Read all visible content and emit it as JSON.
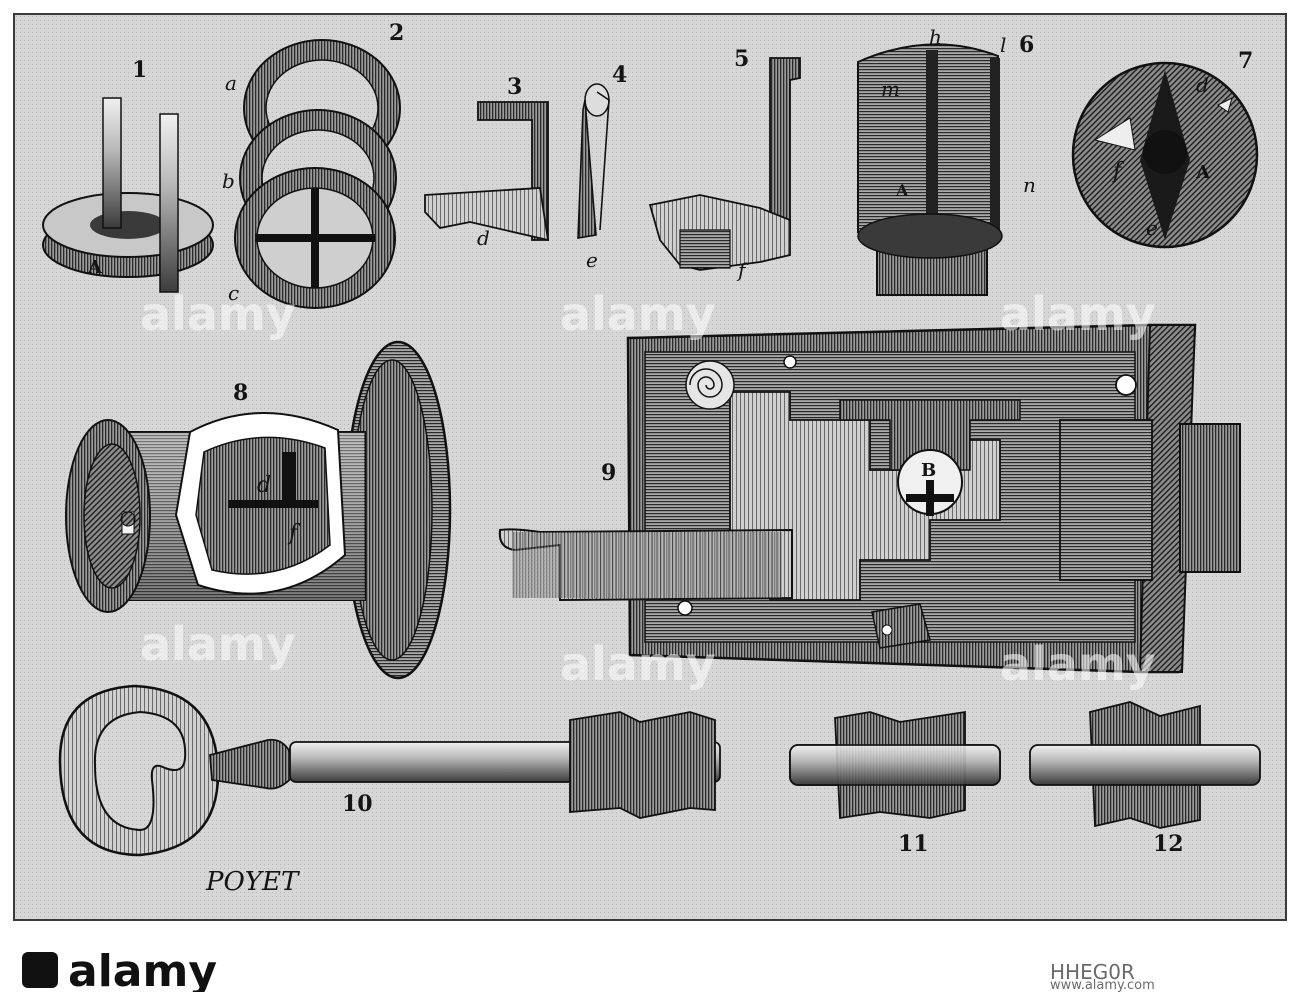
{
  "figure_numbers": [
    "1",
    "2",
    "3",
    "4",
    "5",
    "6",
    "7",
    "8",
    "9",
    "10",
    "11",
    "12"
  ],
  "part_letters": {
    "fig1_A": "A",
    "fig2_a": "a",
    "fig2_b": "b",
    "fig2_c": "c",
    "fig3_d": "d",
    "fig4_e": "e",
    "fig5_f": "f",
    "fig6_h": "h",
    "fig6_l": "l",
    "fig6_m": "m",
    "fig6_n": "n",
    "fig6_A": "A",
    "fig7_d": "d",
    "fig7_f": "f",
    "fig7_A": "A",
    "fig7_e": "e",
    "fig8_d": "d",
    "fig8_f": "f",
    "fig9_B": "B"
  },
  "engraver_signature": "POYET",
  "watermark": "alamy",
  "stock": {
    "logo_text": "alamy",
    "image_id": "HHEG0R",
    "url": "www.alamy.com"
  },
  "colors": {
    "paper": "#d2d2d2",
    "ink": "#141414",
    "footer": "#ffffff"
  }
}
